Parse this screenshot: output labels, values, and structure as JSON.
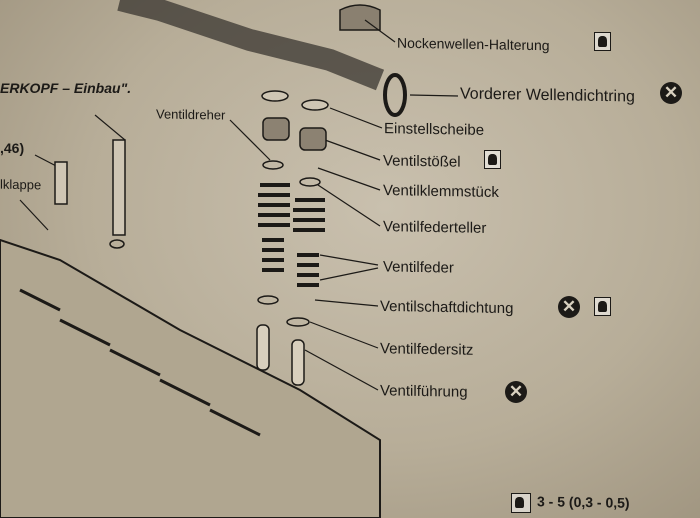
{
  "header": {
    "title_fragment": "ERKOPF – Einbau\".",
    "torque_fragment": ",46)",
    "part_fragment": "lklappe"
  },
  "labels": {
    "nockenwellen": "Nockenwellen-Halterung",
    "wellendichtring": "Vorderer Wellendichtring",
    "ventildreher": "Ventildreher",
    "einstellscheibe": "Einstellscheibe",
    "ventilstoessel": "Ventilstößel",
    "ventilklemmstueck": "Ventilklemmstück",
    "ventilfederteller": "Ventilfederteller",
    "ventilfeder": "Ventilfeder",
    "ventilschaftdichtung": "Ventilschaftdichtung",
    "ventilfedersitz": "Ventilfedersitz",
    "ventilfuehrung": "Ventilführung"
  },
  "symbols": {
    "replace": "✕"
  },
  "footer": {
    "torque": "3 - 5 (0,3 - 0,5)"
  }
}
